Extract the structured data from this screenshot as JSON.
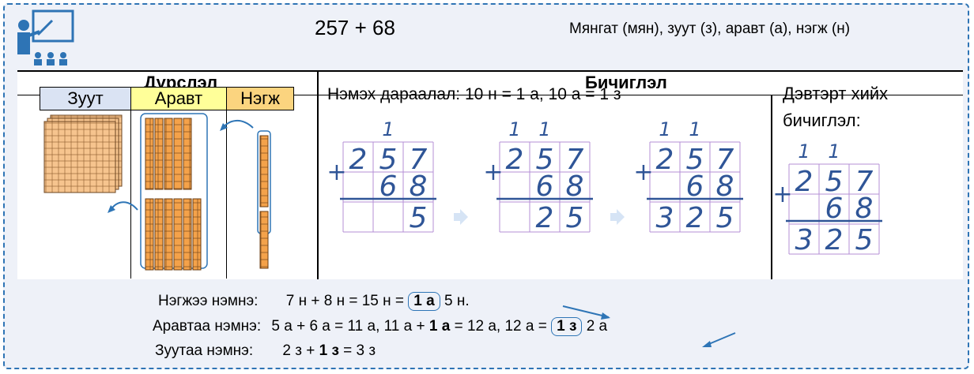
{
  "header": {
    "expression": "257 + 68",
    "legend": "Мянгат (мян), зуут (з), аравт (а), нэгж (н)"
  },
  "columns": {
    "left_title": "Дүрслэл",
    "right_title": "Бичиглэл"
  },
  "place_values": {
    "hundreds": "Зуут",
    "tens": "Аравт",
    "ones": "Нэгж"
  },
  "colors": {
    "hundreds_bg": "#dae3f3",
    "tens_bg": "#ffff99",
    "ones_bg": "#fbd47f",
    "frame": "#2e74b5",
    "handwriting": "#2f5597",
    "grid": "#b48fd6"
  },
  "addition_order": "Нэмэх дараалал:  10 н = 1 а,  10 а = 1 з",
  "notebook_label": "Дэвтэрт хийх бичиглэл:",
  "steps": [
    {
      "carry": [
        "",
        "1",
        ""
      ],
      "top": [
        "2",
        "5",
        "7"
      ],
      "bottom": [
        "",
        "6",
        "8"
      ],
      "sum": [
        "",
        "",
        "5"
      ],
      "plus": "+"
    },
    {
      "carry": [
        "1",
        "1",
        ""
      ],
      "top": [
        "2",
        "5",
        "7"
      ],
      "bottom": [
        "",
        "6",
        "8"
      ],
      "sum": [
        "",
        "2",
        "5"
      ],
      "plus": "+"
    },
    {
      "carry": [
        "1",
        "1",
        ""
      ],
      "top": [
        "2",
        "5",
        "7"
      ],
      "bottom": [
        "",
        "6",
        "8"
      ],
      "sum": [
        "3",
        "2",
        "5"
      ],
      "plus": "+"
    },
    {
      "carry": [
        "1",
        "1",
        ""
      ],
      "top": [
        "2",
        "5",
        "7"
      ],
      "bottom": [
        "",
        "6",
        "8"
      ],
      "sum": [
        "3",
        "2",
        "5"
      ],
      "plus": "+"
    }
  ],
  "explanations": {
    "ones_label": "Нэгжээ нэмнэ:",
    "ones_expr": "7 н + 8 н = 15 н =",
    "ones_carry": "1 а",
    "ones_rest": "5 н.",
    "tens_label": "Аравтаа нэмнэ:",
    "tens_expr1": "5 а + 6 а = 11 а,   11 а +",
    "tens_bold": "1 а",
    "tens_expr2": "= 12 а,   12 а =",
    "tens_carry": "1 з",
    "tens_rest": "2 а",
    "hundreds_label": "Зуутаа нэмнэ:",
    "hundreds_expr1": "2 з +",
    "hundreds_bold": "1 з",
    "hundreds_expr2": "= 3 з"
  }
}
